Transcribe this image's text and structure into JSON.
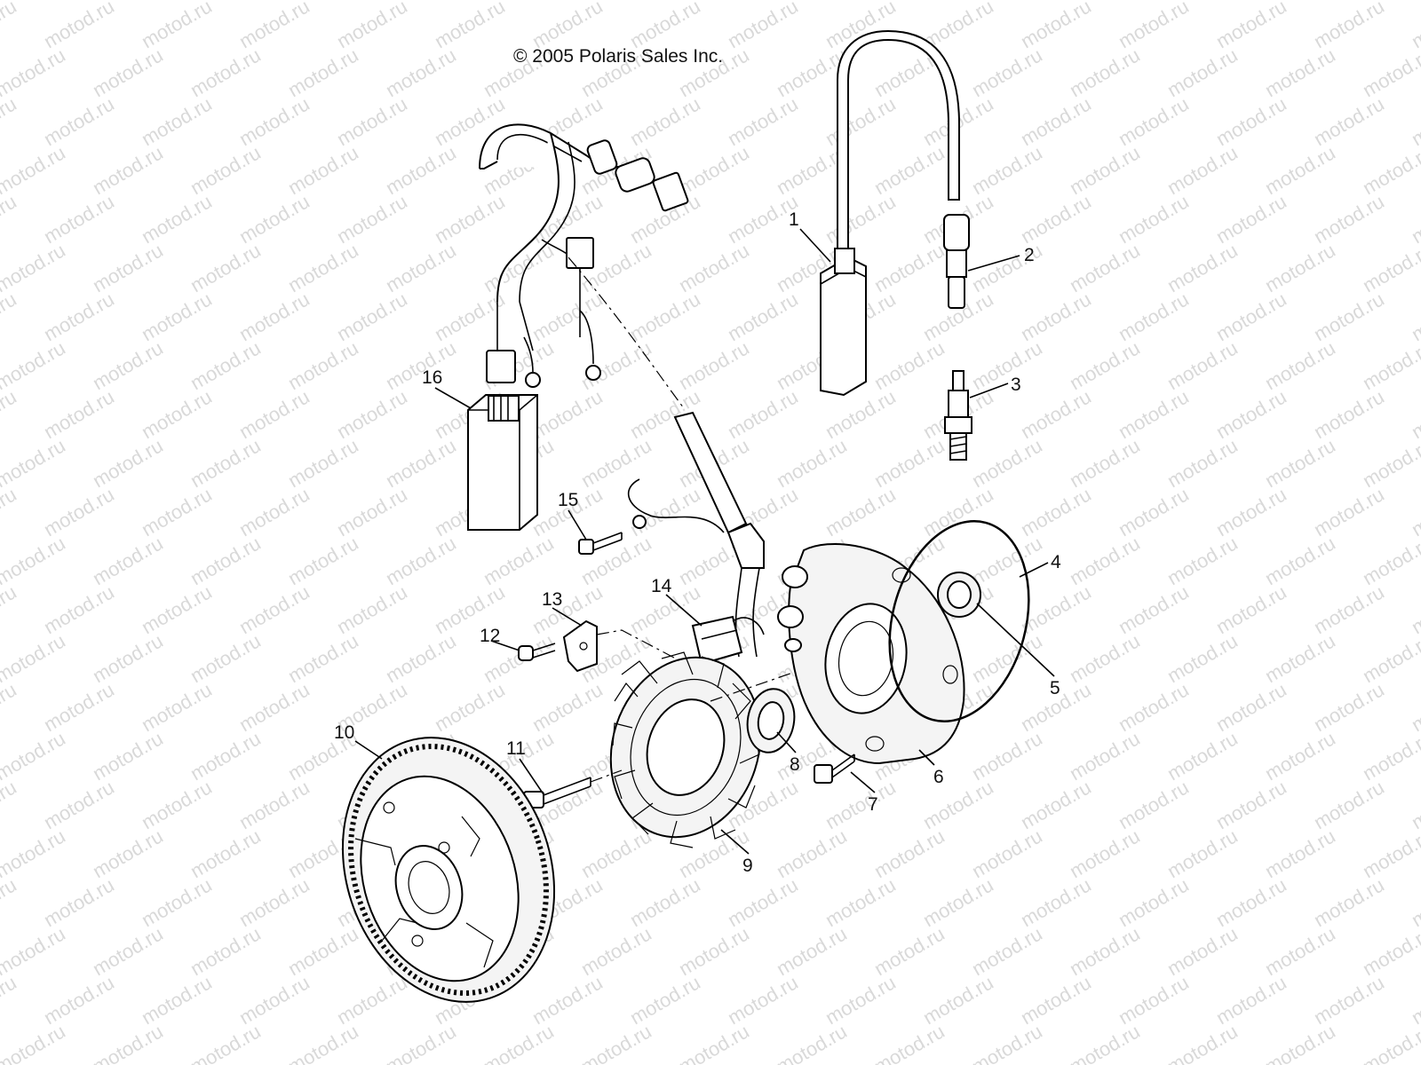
{
  "copyright": "© 2005 Polaris Sales Inc.",
  "watermark": "motod.ru",
  "callouts": [
    "1",
    "2",
    "3",
    "4",
    "5",
    "6",
    "7",
    "8",
    "9",
    "10",
    "11",
    "12",
    "13",
    "14",
    "15",
    "16"
  ]
}
